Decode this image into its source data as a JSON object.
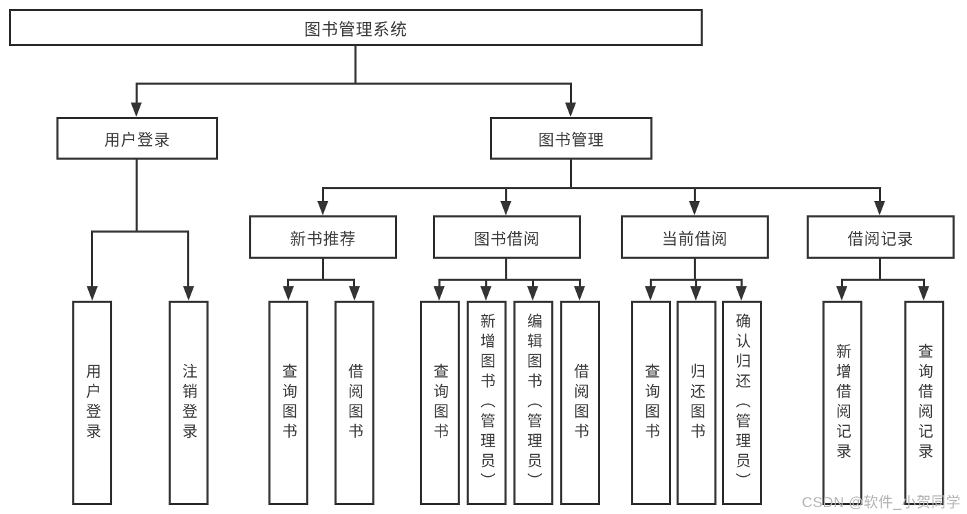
{
  "diagram_type": "hierarchy-tree",
  "colors": {
    "line": "#343434",
    "text": "#3a3a3a",
    "background": "#ffffff",
    "watermark": "#b3b3b3"
  },
  "root": {
    "label": "图书管理系统",
    "children": [
      {
        "label": "用户登录",
        "children": [
          {
            "label": "用户登录"
          },
          {
            "label": "注销登录"
          }
        ]
      },
      {
        "label": "图书管理",
        "children": [
          {
            "label": "新书推荐",
            "children": [
              {
                "label": "查询图书"
              },
              {
                "label": "借阅图书"
              }
            ]
          },
          {
            "label": "图书借阅",
            "children": [
              {
                "label": "查询图书"
              },
              {
                "label": "新增图书（管理员）"
              },
              {
                "label": "编辑图书（管理员）"
              },
              {
                "label": "借阅图书"
              }
            ]
          },
          {
            "label": "当前借阅",
            "children": [
              {
                "label": "查询图书"
              },
              {
                "label": "归还图书"
              },
              {
                "label": "确认归还（管理员）"
              }
            ]
          },
          {
            "label": "借阅记录",
            "children": [
              {
                "label": "新增借阅记录"
              },
              {
                "label": "查询借阅记录"
              }
            ]
          }
        ]
      }
    ]
  },
  "watermark": {
    "text": "CSDN @软件_小贺同学"
  }
}
